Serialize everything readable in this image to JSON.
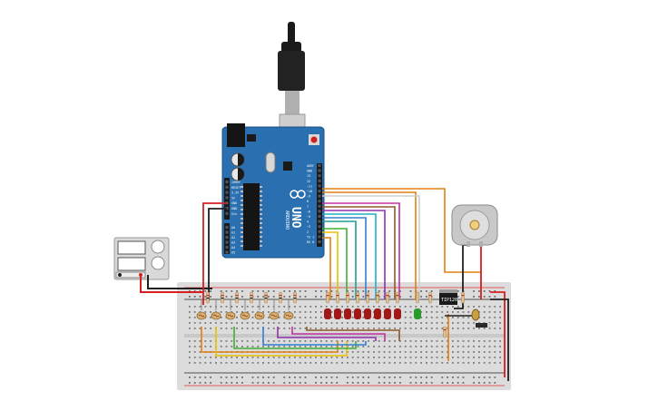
{
  "canvas": {
    "background": "#ffffff"
  },
  "arduino": {
    "board_color": "#2a6fb0",
    "model_label": "UNO",
    "brand_label": "ARDUINO",
    "pins_top": [
      "AREF",
      "GND",
      "13",
      "12",
      "~11",
      "~10",
      "~9",
      "8",
      "7",
      "~6",
      "~5",
      "4",
      "~3",
      "2",
      "TX 1",
      "RX 0"
    ],
    "pins_power": [
      "IOREF",
      "RESET",
      "3.3V",
      "5V",
      "GND",
      "GND",
      "Vin"
    ],
    "pins_analog": [
      "A0",
      "A1",
      "A2",
      "A3",
      "A4",
      "A5"
    ],
    "digital_label": "DIGITAL (PWM~)",
    "power_label": "POWER",
    "analog_label": "ANALOG IN"
  },
  "power_supply": {
    "color": "#d9d9d9",
    "display_color": "#ffffff"
  },
  "breadboard": {
    "color": "#dcdcdc",
    "rail_red": "#e03030",
    "rail_black": "#202020"
  },
  "transistor": {
    "label": "TIP120"
  },
  "motor": {
    "body_color": "#c8c8c8",
    "shaft_color": "#f0d080"
  },
  "components": {
    "photoresistor_count": 7,
    "red_led_count": 8,
    "green_led_count": 1,
    "led_red": "#a01818",
    "led_green": "#2a9a2a"
  },
  "wire_colors": {
    "red": "#d42020",
    "black": "#202020",
    "orange": "#e08010",
    "yellow": "#e8c000",
    "green": "#40b030",
    "blue": "#3080d0",
    "purple": "#9030b0",
    "magenta": "#c030a0",
    "brown": "#8b5a2b",
    "white": "#e8e8e8",
    "cyan": "#20b0c0",
    "teal": "#20a090"
  }
}
